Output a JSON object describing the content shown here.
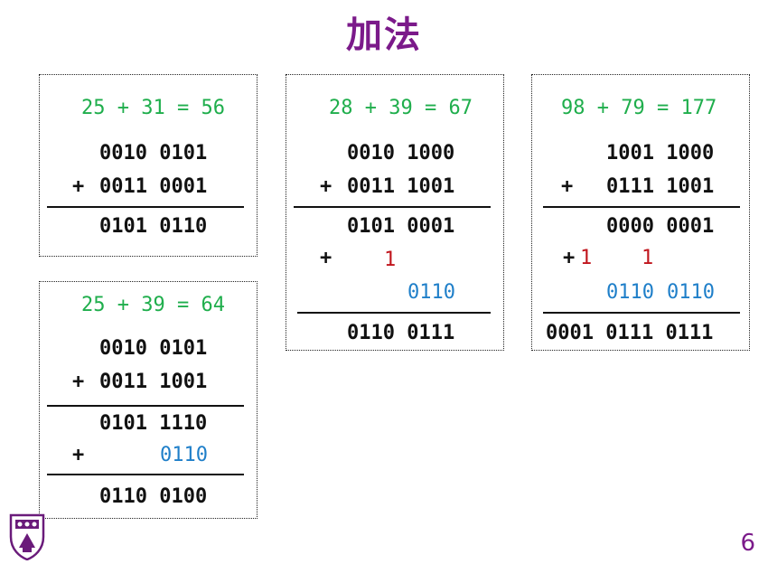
{
  "title": "加法",
  "page_number": "6",
  "colors": {
    "title": "#7b1a8a",
    "equation": "#1fae4c",
    "carry": "#c0141c",
    "correction": "#1f7fc9"
  },
  "examples": [
    {
      "equation": "25 + 31 = 56",
      "operand1": "0010 0101",
      "plus": "+",
      "operand2": "0011 0001",
      "result": "0101 0110"
    },
    {
      "equation": "25 + 39 = 64",
      "operand1": "0010 0101",
      "plus": "+",
      "operand2": "0011 1001",
      "sum": "0101 1110",
      "plus2": "+",
      "correction": "0110",
      "result": "0110 0100"
    },
    {
      "equation": "28 + 39 = 67",
      "operand1": "0010 1000",
      "plus": "+",
      "operand2": "0011 1001",
      "sum": "0101 0001",
      "plus2": "+",
      "carry": "1",
      "correction": "0110",
      "result": "0110 0111"
    },
    {
      "equation": "98 + 79 = 177",
      "operand1": "1001 1000",
      "plus": "+",
      "operand2": "0111 1001",
      "sum": "0000 0001",
      "plus2": "+",
      "carry_high": "1",
      "carry_low": "1",
      "correction_high": "0110",
      "correction_low": "0110",
      "result": "0001 0111 0111"
    }
  ]
}
